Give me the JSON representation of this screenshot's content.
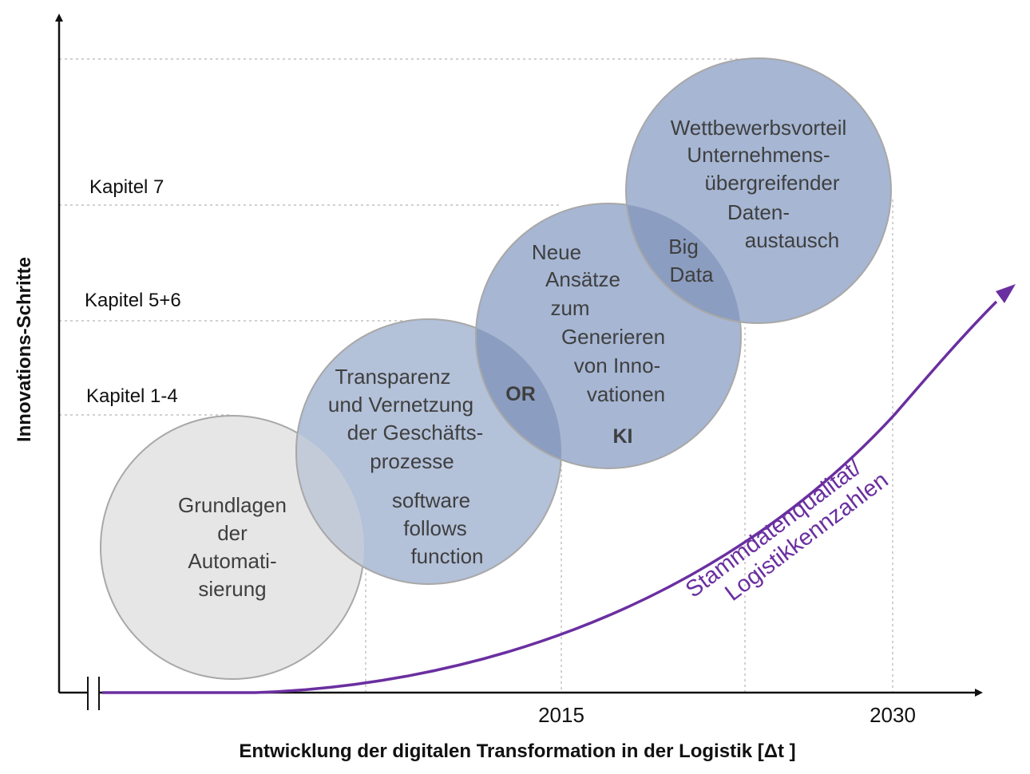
{
  "axes": {
    "y_title": "Innovations-Schritte",
    "x_title": "Entwicklung der digitalen Transformation in der Logistik [Δt ]",
    "x_ticks": [
      "2015",
      "2030"
    ]
  },
  "levels": [
    "Kapitel 1-4",
    "Kapitel 5+6",
    "Kapitel 7"
  ],
  "circles": [
    {
      "lines": [
        "Grundlagen",
        "der",
        "Automati-",
        "sierung"
      ]
    },
    {
      "lines": [
        "Transparenz",
        "und Vernetzung",
        "der Geschäfts-",
        "prozesse"
      ],
      "sub_lines": [
        "software",
        "follows",
        "function"
      ]
    },
    {
      "lines": [
        "Neue",
        "Ansätze",
        "zum",
        "Generieren",
        "von Inno-",
        "vationen"
      ]
    },
    {
      "lines": [
        "Wettbewerbsvorteil",
        "Unternehmens-",
        "übergreifender",
        "Daten-",
        "austausch"
      ]
    }
  ],
  "overlaps": {
    "or": "OR",
    "ki": "KI",
    "big_data": [
      "Big",
      "Data"
    ]
  },
  "curve": {
    "lines": [
      "Stammdatenqualität/",
      "Logistikkennzahlen"
    ],
    "color": "#6a2fa0"
  },
  "colors": {
    "gray_circle": "#e6e6e6",
    "blue_circle": "#a9b8d3",
    "blue_overlap": "#8699bd"
  }
}
